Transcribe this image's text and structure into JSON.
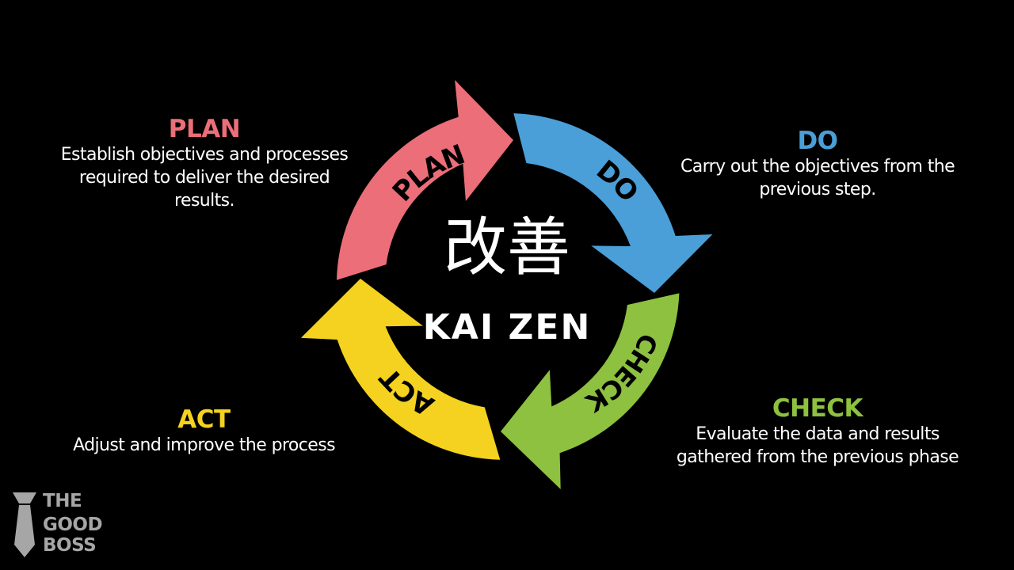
{
  "colors": {
    "plan": "#EB6E78",
    "do": "#4A9FD8",
    "check": "#8DC13F",
    "act": "#F4D21F",
    "background": "#000000",
    "arrow_text": "#000000",
    "brand": "#A6A6A6"
  },
  "center": {
    "kanji": "改善",
    "romaji": "KAI ZEN"
  },
  "arrows": {
    "plan": "PLAN",
    "do": "DO",
    "check": "CHECK",
    "act": "ACT"
  },
  "steps": {
    "plan": {
      "title": "PLAN",
      "lines": [
        "Establish objectives and processes",
        "required to deliver the desired",
        "results."
      ]
    },
    "do": {
      "title": "DO",
      "lines": [
        "Carry out the objectives from the",
        "previous step."
      ]
    },
    "check": {
      "title": "CHECK",
      "lines": [
        "Evaluate the data and results",
        "gathered from the previous phase"
      ]
    },
    "act": {
      "title": "ACT",
      "lines": [
        "Adjust and improve the process"
      ]
    }
  },
  "brand": {
    "lines": [
      "THE",
      "GOOD",
      "BOSS"
    ],
    "icon": "tie-icon"
  }
}
